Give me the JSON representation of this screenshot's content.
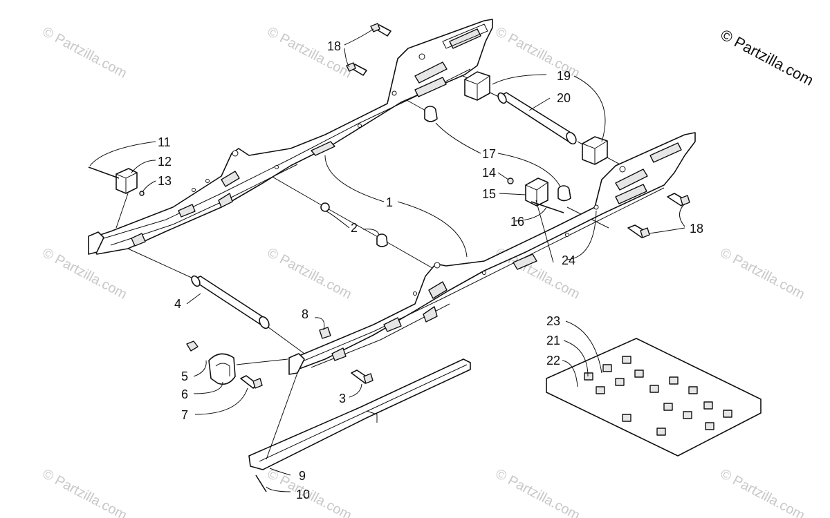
{
  "copyright": "© Partzilla.com",
  "watermark_text": "© Partzilla.com",
  "callouts": {
    "c1": "1",
    "c2": "2",
    "c3": "3",
    "c4": "4",
    "c5": "5",
    "c6": "6",
    "c7": "7",
    "c8": "8",
    "c9": "9",
    "c10": "10",
    "c11": "11",
    "c12": "12",
    "c13": "13",
    "c14": "14",
    "c15": "15",
    "c16": "16",
    "c17": "17",
    "c18a": "18",
    "c18b": "18",
    "c19": "19",
    "c20": "20",
    "c21": "21",
    "c22": "22",
    "c23": "23",
    "c24": "24"
  }
}
